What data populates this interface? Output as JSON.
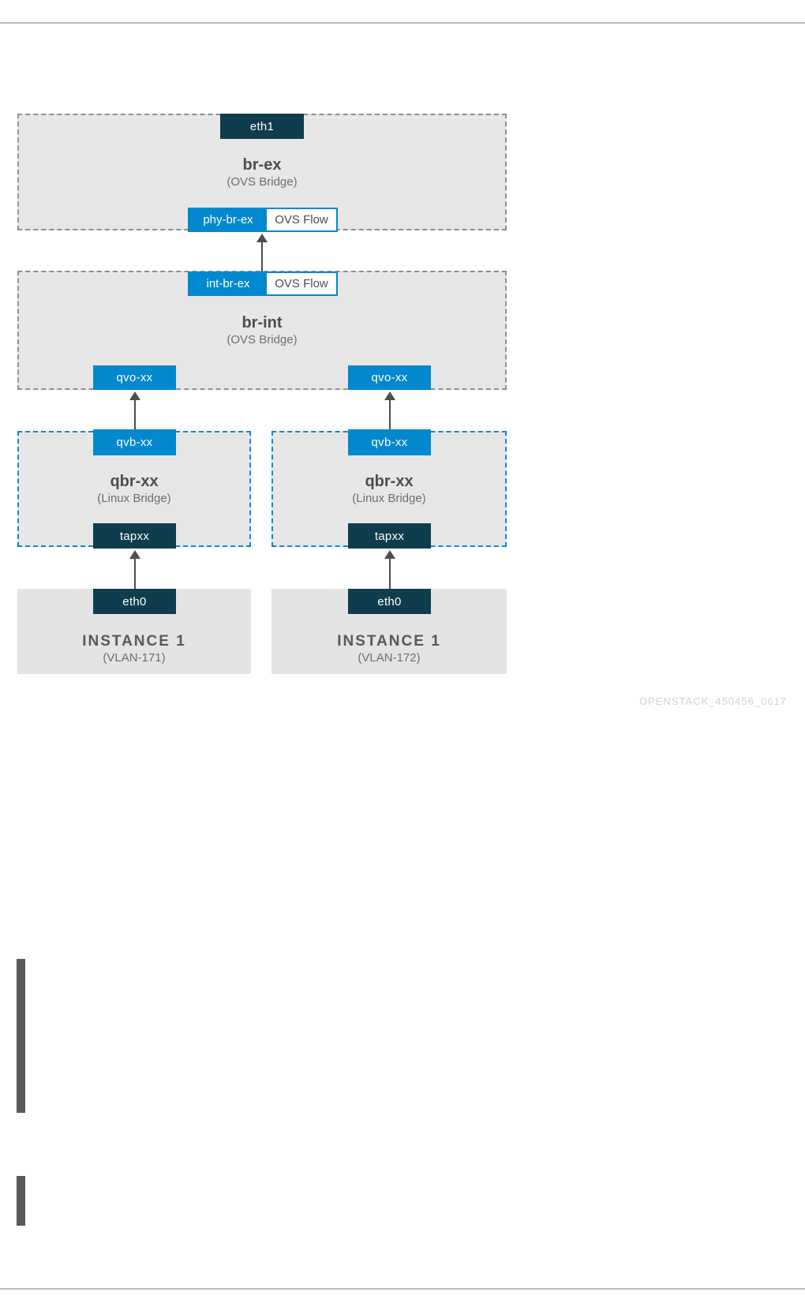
{
  "watermark": "OPENSTACK_450456_0617",
  "colors": {
    "accent_blue": "#0288ce",
    "dark_teal": "#0f3d4d",
    "box_fill_gray": "#e7e7e7",
    "dashed_gray_border": "#8f8f8f",
    "arrow_gray": "#4d4d4d",
    "watermark_gray": "#d4d4d4",
    "sidebar_bar_gray": "#58595b"
  },
  "br_ex": {
    "name": "br-ex",
    "type": "(OVS Bridge)",
    "top_port": "eth1",
    "patch_port": "phy-br-ex",
    "patch_flow": "OVS Flow"
  },
  "br_int": {
    "name": "br-int",
    "type": "(OVS Bridge)",
    "patch_port": "int-br-ex",
    "patch_flow": "OVS Flow",
    "left_port": "qvo-xx",
    "right_port": "qvo-xx"
  },
  "bridges": [
    {
      "name": "qbr-xx",
      "type": "(Linux Bridge)",
      "top_port": "qvb-xx",
      "bottom_port": "tapxx"
    },
    {
      "name": "qbr-xx",
      "type": "(Linux Bridge)",
      "top_port": "qvb-xx",
      "bottom_port": "tapxx"
    }
  ],
  "instances": [
    {
      "name": "INSTANCE 1",
      "type": "(VLAN-171)",
      "port": "eth0"
    },
    {
      "name": "INSTANCE 1",
      "type": "(VLAN-172)",
      "port": "eth0"
    }
  ]
}
